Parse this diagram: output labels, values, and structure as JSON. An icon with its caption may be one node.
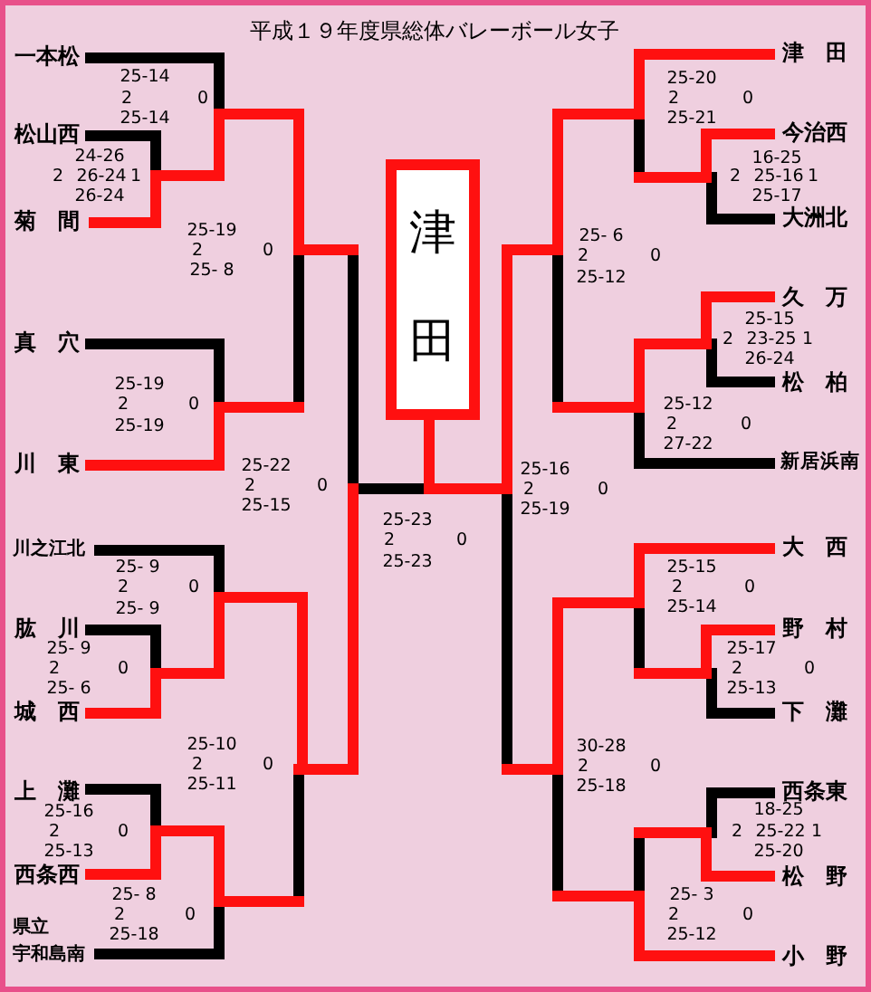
{
  "diagram": {
    "title": "平成１９年度県総体バレーボール女子",
    "nodes": [
      {
        "text": [
          "一本松"
        ]
      },
      {
        "text": [
          "松山西"
        ]
      },
      {
        "text": [
          "菊　間"
        ]
      },
      {
        "text": [
          "真　穴"
        ]
      },
      {
        "text": [
          "川　東"
        ]
      },
      {
        "text": [
          "川之江北"
        ]
      },
      {
        "text": [
          "肱　川"
        ]
      },
      {
        "text": [
          "城　西"
        ]
      },
      {
        "text": [
          "上　灘"
        ]
      },
      {
        "text": [
          "西条西"
        ]
      },
      {
        "text": [
          "県立宇和島南"
        ]
      },
      {
        "text": [
          "津田"
        ]
      },
      {
        "text": [
          "津　田"
        ]
      },
      {
        "text": [
          "今治西"
        ]
      },
      {
        "text": [
          "大洲北"
        ]
      },
      {
        "text": [
          "久　万"
        ]
      },
      {
        "text": [
          "松　柏"
        ]
      },
      {
        "text": [
          "新居浜南"
        ]
      },
      {
        "text": [
          "大　西"
        ]
      },
      {
        "text": [
          "野　村"
        ]
      },
      {
        "text": [
          "下　灘"
        ]
      },
      {
        "text": [
          "西条東"
        ]
      },
      {
        "text": [
          "松　野"
        ]
      },
      {
        "text": [
          "小　野"
        ]
      }
    ],
    "labels": [
      "25-14",
      "2",
      "0",
      "25-14",
      "24-26",
      "2",
      "26-24",
      "1",
      "26-24",
      "25-19",
      "2",
      "0",
      "25- 8",
      "25-19",
      "2",
      "0",
      "25-19",
      "25-22",
      "2",
      "0",
      "25-15",
      "25- 9",
      "2",
      "0",
      "25- 9",
      "25- 9",
      "2",
      "0",
      "25- 6",
      "25-10",
      "2",
      "0",
      "25-11",
      "25-16",
      "2",
      "0",
      "25-13",
      "25- 8",
      "2",
      "0",
      "25-18",
      "25-23",
      "2",
      "0",
      "25-23",
      "25-20",
      "2",
      "0",
      "25-21",
      "16-25",
      "2",
      "25-16",
      "1",
      "25-17",
      "25- 6",
      "2",
      "0",
      "25-12",
      "25-15",
      "2",
      "23-25",
      "1",
      "26-24",
      "25-12",
      "2",
      "0",
      "27-22",
      "25-16",
      "2",
      "0",
      "25-19",
      "25-15",
      "2",
      "0",
      "25-14",
      "25-17",
      "2",
      "0",
      "25-13",
      "30-28",
      "2",
      "0",
      "25-18",
      "18-25",
      "2",
      "25-22",
      "1",
      "25-20",
      "25- 3",
      "2",
      "0",
      "25-12"
    ]
  }
}
